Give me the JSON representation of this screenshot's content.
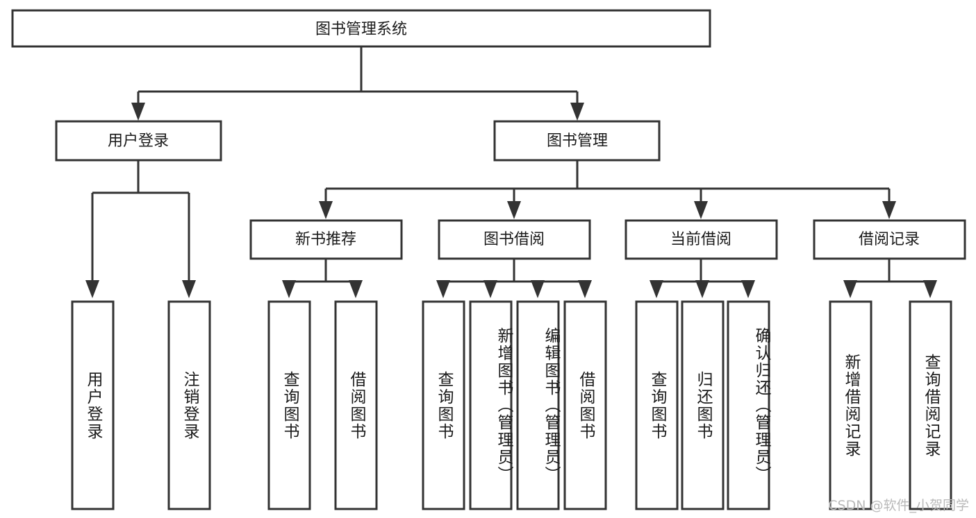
{
  "diagram": {
    "title": "图书管理系统",
    "type": "tree",
    "orientation": "top-down",
    "colors": {
      "background": "#ffffff",
      "box_fill": "#ffffff",
      "box_stroke": "#333333",
      "connector": "#333333",
      "text": "#1a1a1a",
      "watermark": "#b9b9b9"
    },
    "watermark": "CSDN @软件_小贺同学",
    "levels": [
      {
        "level": 1,
        "nodes": [
          {
            "id": "root",
            "label": "图书管理系统",
            "orientation": "horizontal"
          }
        ]
      },
      {
        "level": 2,
        "nodes": [
          {
            "id": "login",
            "label": "用户登录",
            "orientation": "horizontal",
            "parent": "root"
          },
          {
            "id": "bookmgmt",
            "label": "图书管理",
            "orientation": "horizontal",
            "parent": "root"
          }
        ]
      },
      {
        "level": 3,
        "nodes": [
          {
            "id": "newbook",
            "label": "新书推荐",
            "orientation": "horizontal",
            "parent": "bookmgmt"
          },
          {
            "id": "borrow",
            "label": "图书借阅",
            "orientation": "horizontal",
            "parent": "bookmgmt"
          },
          {
            "id": "current",
            "label": "当前借阅",
            "orientation": "horizontal",
            "parent": "bookmgmt"
          },
          {
            "id": "records",
            "label": "借阅记录",
            "orientation": "horizontal",
            "parent": "bookmgmt"
          }
        ]
      },
      {
        "level": 4,
        "nodes": [
          {
            "id": "leaf1",
            "label": "用户登录",
            "orientation": "vertical",
            "parent": "login"
          },
          {
            "id": "leaf2",
            "label": "注销登录",
            "orientation": "vertical",
            "parent": "login"
          },
          {
            "id": "leaf3",
            "label": "查询图书",
            "orientation": "vertical",
            "parent": "newbook"
          },
          {
            "id": "leaf4",
            "label": "借阅图书",
            "orientation": "vertical",
            "parent": "newbook"
          },
          {
            "id": "leaf5",
            "label": "查询图书",
            "orientation": "vertical",
            "parent": "borrow"
          },
          {
            "id": "leaf6",
            "label": "新增图书（管理员）",
            "orientation": "vertical",
            "parent": "borrow"
          },
          {
            "id": "leaf7",
            "label": "编辑图书（管理员）",
            "orientation": "vertical",
            "parent": "borrow"
          },
          {
            "id": "leaf8",
            "label": "借阅图书",
            "orientation": "vertical",
            "parent": "borrow"
          },
          {
            "id": "leaf9",
            "label": "查询图书",
            "orientation": "vertical",
            "parent": "current"
          },
          {
            "id": "leaf10",
            "label": "归还图书",
            "orientation": "vertical",
            "parent": "current"
          },
          {
            "id": "leaf11",
            "label": "确认归还（管理员）",
            "orientation": "vertical",
            "parent": "current"
          },
          {
            "id": "leaf12",
            "label": "新增借阅记录",
            "orientation": "vertical",
            "parent": "records"
          },
          {
            "id": "leaf13",
            "label": "查询借阅记录",
            "orientation": "vertical",
            "parent": "records"
          }
        ]
      }
    ]
  }
}
